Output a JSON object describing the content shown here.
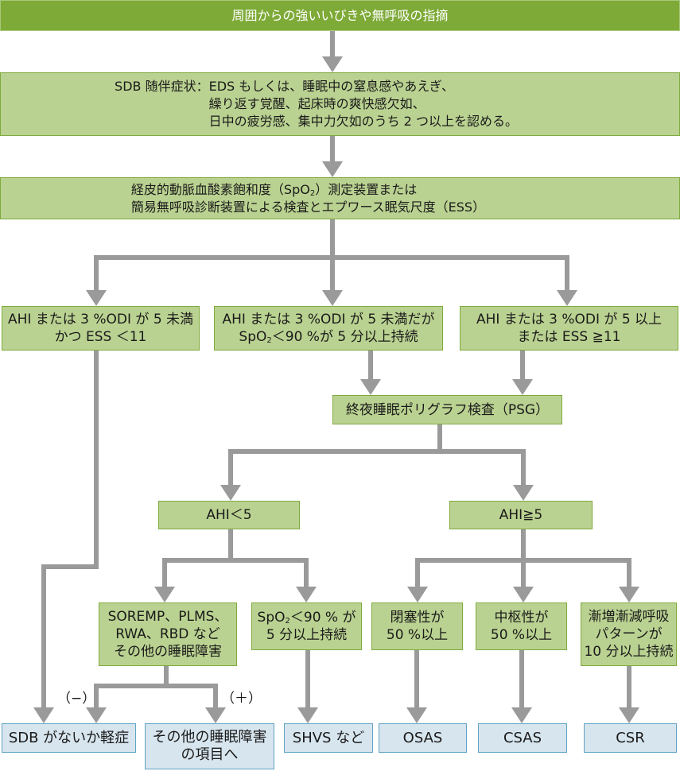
{
  "colors": {
    "primary_fill": "#7eaa37",
    "condition_fill": "#bad291",
    "condition_border": "#7faa3d",
    "outcome_fill": "#d7e5ee",
    "outcome_border": "#5fa3c4",
    "connector": "#9a9a9a"
  },
  "nodes": {
    "start": "周囲からの強いいびきや無呼吸の指摘",
    "symptoms": {
      "prefix": "SDB 随伴症状：",
      "lines": [
        "EDS もしくは、睡眠中の窒息感やあえぎ、",
        "繰り返す覚醒、起床時の爽快感欠如、",
        "日中の疲労感、集中力欠如のうち 2 つ以上を認める。"
      ]
    },
    "screening": {
      "line1_a": "経皮的動脈血酸素飽和度（SpO",
      "line1_sub": "2",
      "line1_b": "）測定装置または",
      "line2": "簡易無呼吸診断装置による検査とエプワース眠気尺度（ESS）"
    },
    "branch_low": {
      "line1": "AHI または 3 %ODI が 5 未満",
      "line2": "かつ ESS ＜11"
    },
    "branch_mid": {
      "line1": "AHI または 3 %ODI が 5 未満だが",
      "line2_a": "SpO",
      "line2_sub": "2",
      "line2_b": "＜90 %が 5 分以上持続"
    },
    "branch_high": {
      "line1": "AHI または 3 %ODI が 5 以上",
      "line2": "または ESS ≧11"
    },
    "psg": "終夜睡眠ポリグラフ検査（PSG）",
    "ahi_lt5": "AHI＜5",
    "ahi_ge5": "AHI≧5",
    "other_disorders": {
      "lines": [
        "SOREMP、PLMS、",
        "RWA、RBD など",
        "その他の睡眠障害"
      ]
    },
    "spo2_cond": {
      "line1_a": "SpO",
      "line1_sub": "2",
      "line1_b": "＜90 % が",
      "line2": "5 分以上持続"
    },
    "obstructive": {
      "lines": [
        "閉塞性が",
        "50 %以上"
      ]
    },
    "central": {
      "lines": [
        "中枢性が",
        "50 %以上"
      ]
    },
    "crescendo": {
      "lines": [
        "漸増漸減呼吸",
        "パターンが",
        "10 分以上持続"
      ]
    }
  },
  "outcomes": {
    "no_sdb": "SDB がないか軽症",
    "other_items": {
      "lines": [
        "その他の睡眠障害",
        "の項目へ"
      ]
    },
    "shvs": "SHVS など",
    "osas": "OSAS",
    "csas": "CSAS",
    "csr": "CSR"
  },
  "edge_labels": {
    "negative": "（−）",
    "positive": "（＋）"
  }
}
